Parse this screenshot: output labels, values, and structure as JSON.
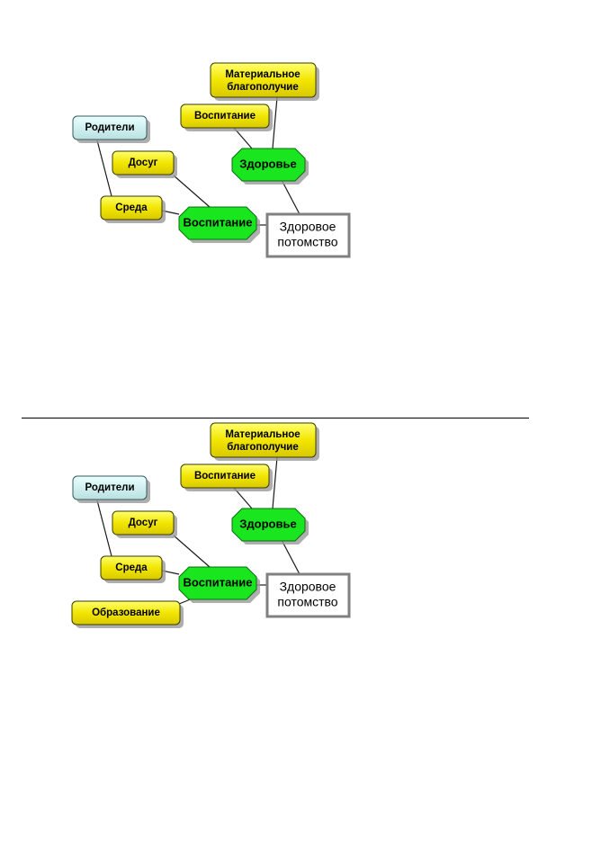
{
  "diagrams": [
    {
      "labels": {
        "material": [
          "Материальное",
          "благополучие"
        ],
        "upbringing_small": "Воспитание",
        "parents": "Родители",
        "leisure": "Досуг",
        "health": "Здоровье",
        "environment": "Среда",
        "upbringing": "Воспитание",
        "goal": [
          "Здоровое",
          "потомство"
        ]
      }
    },
    {
      "labels": {
        "material": [
          "Материальное",
          "благополучие"
        ],
        "upbringing_small": "Воспитание",
        "parents": "Родители",
        "leisure": "Досуг",
        "health": "Здоровье",
        "environment": "Среда",
        "upbringing": "Воспитание",
        "education": "Образование",
        "goal": [
          "Здоровое",
          "потомство"
        ]
      }
    }
  ],
  "colors": {
    "factor_node": "#f2e600",
    "parent_node": "#c9ecec",
    "core_node": "#19e61e",
    "goal_border": "#808080",
    "divider": "#000000"
  }
}
